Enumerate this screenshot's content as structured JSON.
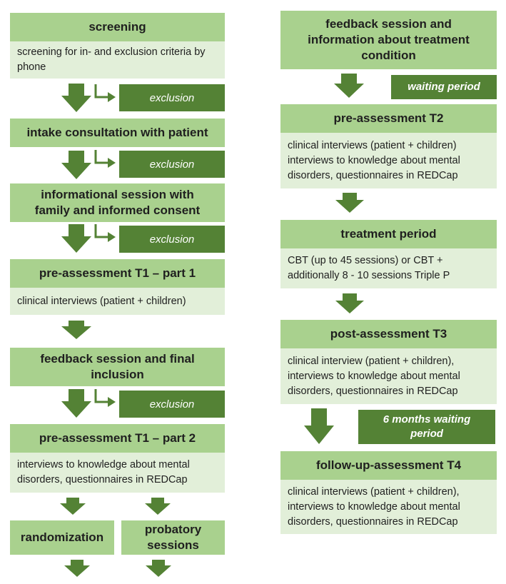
{
  "colors": {
    "header": "#a9d18e",
    "body": "#e2efd9",
    "dark": "#548235",
    "text": "#1f1f1f"
  },
  "icons": {
    "arrow": "down-arrow-icon",
    "bent": "bent-arrow-icon"
  },
  "left": {
    "screening": {
      "title": "screening",
      "text": "screening for in- and exclusion criteria by phone"
    },
    "exclusion_1": "exclusion",
    "intake": {
      "title": "intake consultation with patient"
    },
    "exclusion_2": "exclusion",
    "info_session": {
      "title": "informational session with family and informed consent"
    },
    "exclusion_3": "exclusion",
    "t1_part1": {
      "title": "pre-assessment T1 – part 1",
      "text": "clinical interviews (patient + children)"
    },
    "feedback_final": {
      "title": "feedback session and final inclusion"
    },
    "exclusion_4": "exclusion",
    "t1_part2": {
      "title": "pre-assessment T1 – part 2",
      "text": "interviews to knowledge about mental disorders, questionnaires in REDCap"
    },
    "randomization": "randomization",
    "probatory": "probatory sessions"
  },
  "right": {
    "feedback_info": {
      "title": "feedback session and information about treatment condition"
    },
    "waiting_period": "waiting period",
    "t2": {
      "title": "pre-assessment T2",
      "text": "clinical interviews (patient + children) interviews to knowledge about mental disorders, questionnaires in REDCap"
    },
    "treatment": {
      "title": "treatment period",
      "text": "CBT (up to 45 sessions) or CBT + additionally 8 - 10 sessions Triple P"
    },
    "t3": {
      "title": "post-assessment T3",
      "text": "clinical interview (patient + children), interviews to knowledge about mental disorders, questionnaires in REDCap"
    },
    "six_months": "6 months waiting period",
    "t4": {
      "title": "follow-up-assessment T4",
      "text": "clinical interviews (patient + children), interviews to knowledge about mental disorders, questionnaires in REDCap"
    }
  }
}
